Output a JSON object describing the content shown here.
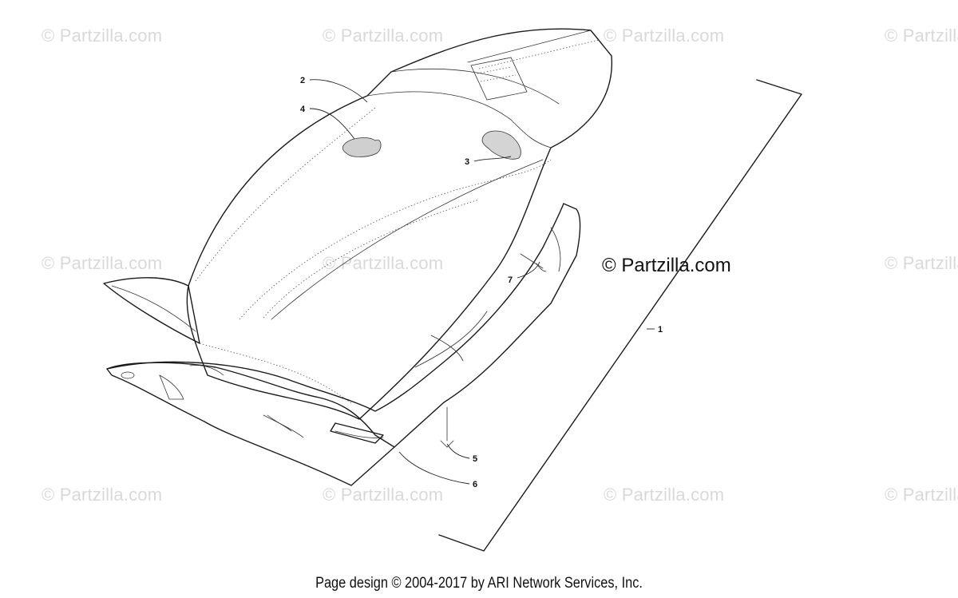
{
  "watermarks": [
    "© Partzilla.com",
    "© Partzilla.com",
    "© Partzilla.com",
    "© Partzilla",
    "© Partzilla.com",
    "© Partzilla.com",
    "© Partzilla",
    "© Partzilla.com",
    "© Partzilla.com",
    "© Partzilla.com",
    "© Partzilla"
  ],
  "diagram": {
    "copyright": "© Partzilla.com",
    "callouts": [
      "1",
      "2",
      "3",
      "4",
      "5",
      "6",
      "7"
    ]
  },
  "footer": {
    "text": "Page design © 2004-2017 by ARI Network Services, Inc."
  }
}
